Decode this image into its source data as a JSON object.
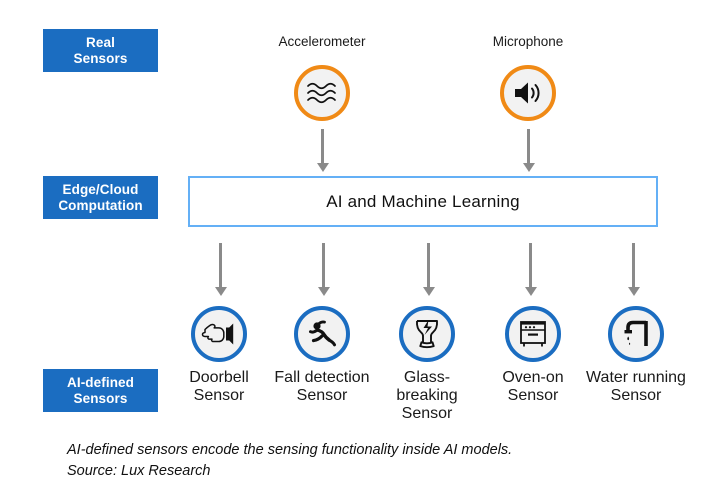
{
  "rows": [
    {
      "id": "real-sensors",
      "line1": "Real",
      "line2": "Sensors"
    },
    {
      "id": "edge-cloud",
      "line1": "Edge/Cloud",
      "line2": "Computation"
    },
    {
      "id": "ai-defined",
      "line1": "AI-defined",
      "line2": "Sensors"
    }
  ],
  "processing": {
    "box_label": "AI and Machine Learning",
    "border_color": "#64b0f6"
  },
  "real_sensors": [
    {
      "id": "accelerometer",
      "label": "Accelerometer",
      "icon": "waves-icon",
      "ring_color": "#f08a16"
    },
    {
      "id": "microphone",
      "label": "Microphone",
      "icon": "speaker-icon",
      "ring_color": "#f08a16"
    }
  ],
  "ai_sensors": [
    {
      "id": "doorbell",
      "line1": "Doorbell",
      "line2": "Sensor",
      "icon": "pointing-hand-bell-icon",
      "ring_color": "#1b6dc1"
    },
    {
      "id": "fall-detection",
      "line1": "Fall detection",
      "line2": "Sensor",
      "icon": "falling-person-icon",
      "ring_color": "#1b6dc1"
    },
    {
      "id": "glass-breaking",
      "line1": "Glass-breaking",
      "line2": "Sensor",
      "icon": "broken-glass-icon",
      "ring_color": "#1b6dc1"
    },
    {
      "id": "oven-on",
      "line1": "Oven-on",
      "line2": "Sensor",
      "icon": "oven-icon",
      "ring_color": "#1b6dc1"
    },
    {
      "id": "water-running",
      "line1": "Water running",
      "line2": "Sensor",
      "icon": "faucet-drip-icon",
      "ring_color": "#1b6dc1"
    }
  ],
  "caption": {
    "line1": "AI-defined sensors encode the sensing functionality inside AI models.",
    "line2": "Source: Lux Research"
  },
  "colors": {
    "label_blue": "#1b6dc1",
    "ring_orange": "#f08a16",
    "box_blue": "#64b0f6",
    "arrow_gray": "#8a8a8a",
    "icon_bg": "#f2f2f2"
  }
}
